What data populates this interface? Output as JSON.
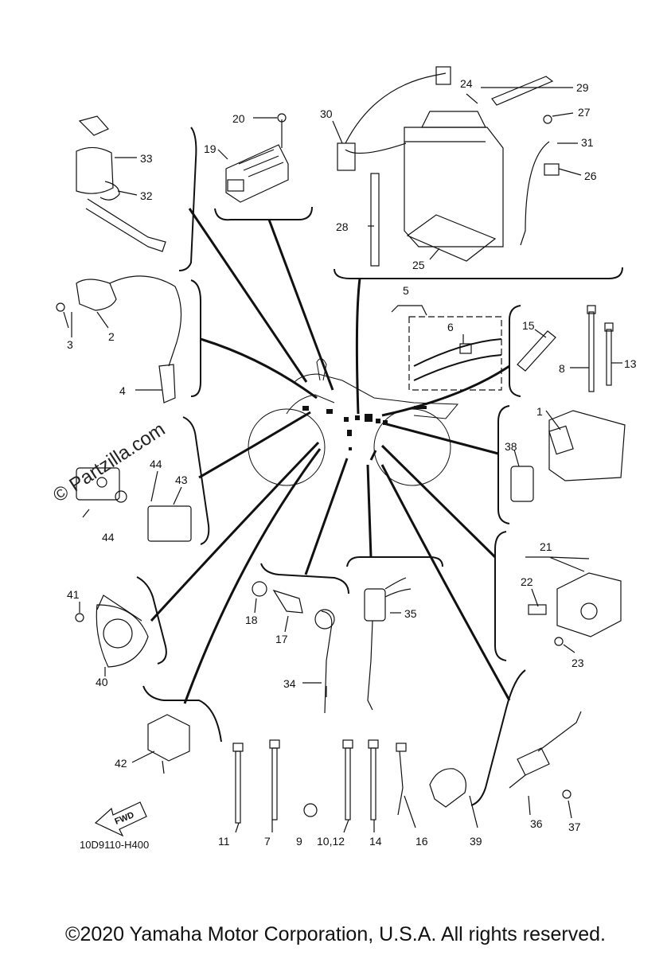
{
  "callouts": {
    "p1": "1",
    "p2": "2",
    "p3": "3",
    "p4": "4",
    "p5": "5",
    "p6": "6",
    "p7": "7",
    "p8": "8",
    "p9": "9",
    "p10_12": "10,12",
    "p11": "11",
    "p13": "13",
    "p14": "14",
    "p15": "15",
    "p16": "16",
    "p17": "17",
    "p18": "18",
    "p19": "19",
    "p20": "20",
    "p21": "21",
    "p22": "22",
    "p23": "23",
    "p24": "24",
    "p25": "25",
    "p26": "26",
    "p27": "27",
    "p28": "28",
    "p29": "29",
    "p30": "30",
    "p31": "31",
    "p32": "32",
    "p33": "33",
    "p34": "34",
    "p35": "35",
    "p36": "36",
    "p37": "37",
    "p38": "38",
    "p39": "39",
    "p40": "40",
    "p41": "41",
    "p42": "42",
    "p43": "43",
    "p44a": "44",
    "p44b": "44"
  },
  "drawing_number": "10D9110-H400",
  "fwd_label": "FWD",
  "watermark": "© Partzilla.com",
  "copyright": "©2020 Yamaha Motor Corporation, U.S.A. All rights reserved.",
  "colors": {
    "ink": "#111111",
    "background": "#ffffff"
  }
}
